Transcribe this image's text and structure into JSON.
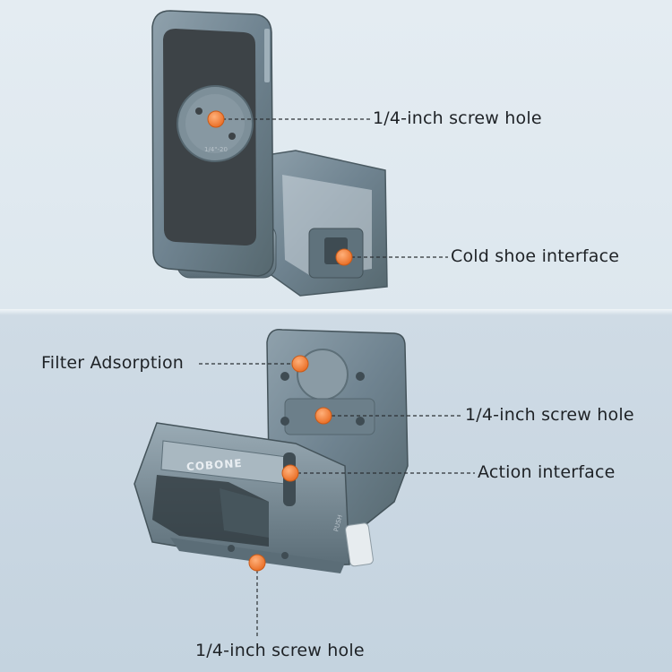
{
  "callouts": {
    "top_screw_hole": "1/4-inch screw hole",
    "cold_shoe": "Cold shoe interface",
    "filter_adsorption": "Filter Adsorption",
    "middle_screw_hole": "1/4-inch screw hole",
    "action_interface": "Action interface",
    "bottom_screw_hole": "1/4-inch screw hole"
  },
  "engraving": {
    "brand": "COBONE",
    "screw_size": "1/4\"-20",
    "push": "PUSH"
  },
  "colors": {
    "metal": "#6f8390",
    "metal_dark": "#56686f",
    "rubber_pad": "#3d4347",
    "marker_orange": "#f07a30"
  }
}
